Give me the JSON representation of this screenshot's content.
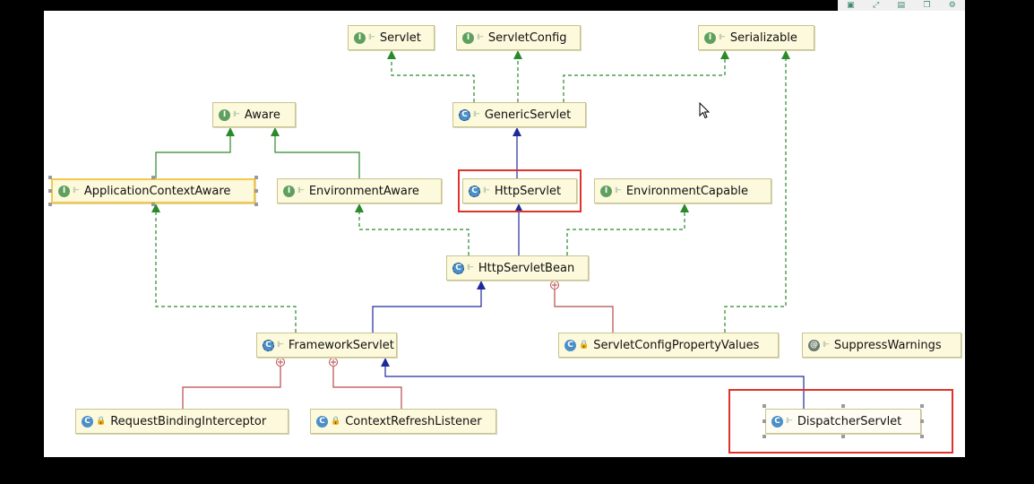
{
  "toolbar": [
    {
      "name": "export-icon",
      "glyph": "▣"
    },
    {
      "name": "expand-icon",
      "glyph": "⤢"
    },
    {
      "name": "save-icon",
      "glyph": "▤"
    },
    {
      "name": "copy-icon",
      "glyph": "❐"
    },
    {
      "name": "settings-icon",
      "glyph": "⚙"
    }
  ],
  "nodes": [
    {
      "id": "servlet",
      "label": "Servlet",
      "kind": "interface"
    },
    {
      "id": "servletconfig",
      "label": "ServletConfig",
      "kind": "interface"
    },
    {
      "id": "serializable",
      "label": "Serializable",
      "kind": "interface"
    },
    {
      "id": "aware",
      "label": "Aware",
      "kind": "interface"
    },
    {
      "id": "genericservlet",
      "label": "GenericServlet",
      "kind": "abstract-class"
    },
    {
      "id": "applicationcontextaware",
      "label": "ApplicationContextAware",
      "kind": "interface"
    },
    {
      "id": "environmentaware",
      "label": "EnvironmentAware",
      "kind": "interface"
    },
    {
      "id": "httpservlet",
      "label": "HttpServlet",
      "kind": "abstract-class"
    },
    {
      "id": "environmentcapable",
      "label": "EnvironmentCapable",
      "kind": "interface"
    },
    {
      "id": "httpservletbean",
      "label": "HttpServletBean",
      "kind": "abstract-class"
    },
    {
      "id": "frameworkservlet",
      "label": "FrameworkServlet",
      "kind": "abstract-class"
    },
    {
      "id": "servletconfigpropertyvalues",
      "label": "ServletConfigPropertyValues",
      "kind": "class"
    },
    {
      "id": "suppresswarnings",
      "label": "SuppressWarnings",
      "kind": "annotation"
    },
    {
      "id": "requestbindinginterceptor",
      "label": "RequestBindingInterceptor",
      "kind": "class"
    },
    {
      "id": "contextrefreshlistener",
      "label": "ContextRefreshListener",
      "kind": "class"
    },
    {
      "id": "dispatcherservlet",
      "label": "DispatcherServlet",
      "kind": "class"
    }
  ],
  "edges": [
    {
      "from": "genericservlet",
      "to": "servlet",
      "type": "implements"
    },
    {
      "from": "genericservlet",
      "to": "servletconfig",
      "type": "implements"
    },
    {
      "from": "genericservlet",
      "to": "serializable",
      "type": "implements"
    },
    {
      "from": "httpservlet",
      "to": "genericservlet",
      "type": "extends"
    },
    {
      "from": "applicationcontextaware",
      "to": "aware",
      "type": "interface-extends"
    },
    {
      "from": "environmentaware",
      "to": "aware",
      "type": "interface-extends"
    },
    {
      "from": "httpservletbean",
      "to": "httpservlet",
      "type": "extends"
    },
    {
      "from": "httpservletbean",
      "to": "environmentaware",
      "type": "implements"
    },
    {
      "from": "httpservletbean",
      "to": "environmentcapable",
      "type": "implements"
    },
    {
      "from": "frameworkservlet",
      "to": "httpservletbean",
      "type": "extends"
    },
    {
      "from": "frameworkservlet",
      "to": "applicationcontextaware",
      "type": "implements"
    },
    {
      "from": "servletconfigpropertyvalues",
      "to": "httpservletbean",
      "type": "inner-class"
    },
    {
      "from": "servletconfigpropertyvalues",
      "to": "serializable",
      "type": "implements"
    },
    {
      "from": "requestbindinginterceptor",
      "to": "frameworkservlet",
      "type": "inner-class"
    },
    {
      "from": "contextrefreshlistener",
      "to": "frameworkservlet",
      "type": "inner-class"
    },
    {
      "from": "dispatcherservlet",
      "to": "frameworkservlet",
      "type": "extends"
    }
  ],
  "highlighted": [
    "httpservlet",
    "dispatcherservlet"
  ],
  "selected": [
    "applicationcontextaware"
  ],
  "colors": {
    "implements": "#2a8a2a",
    "extends": "#1f2a9a",
    "inner-class": "#b84a4a",
    "highlight": "#e0322c"
  }
}
